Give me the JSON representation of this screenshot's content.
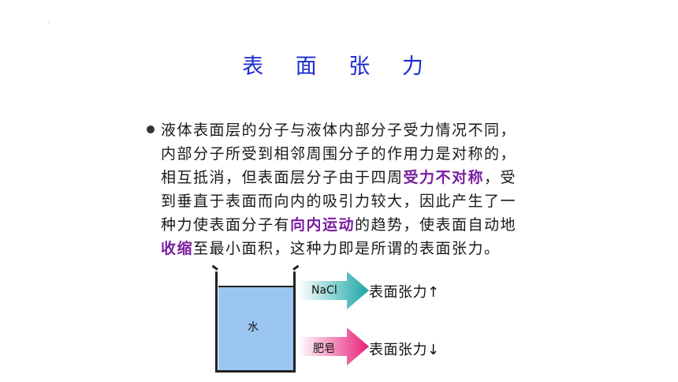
{
  "header": {
    "mark": "."
  },
  "slide": {
    "title": "表 面 张 力",
    "paragraph": {
      "line1": "液体表面层的分子与液体内部分子受力情况不同，",
      "line2": "内部分子所受到相邻周围分子的作用力是对称的，",
      "line3_a": "相互抵消，但表面层分子由于四周",
      "line3_hl": "受力不对称",
      "line3_b": "，受",
      "line4": "到垂直于表面而向内的吸引力较大，因此产生了一",
      "line5_a": "种力使表面分子有",
      "line5_hl": "向内运动",
      "line5_b": "的趋势，使表面自动地",
      "line6_hl": "收缩",
      "line6_b": "至最小面积，这种力即是所谓的表面张力。"
    }
  },
  "diagram": {
    "beaker_label": "水",
    "arrow_top": {
      "label": "NaCl",
      "result": "表面张力↑",
      "color": "#1aa6a6"
    },
    "arrow_bottom": {
      "label": "肥皂",
      "result": "表面张力↓",
      "color": "#e8207a"
    },
    "water_color": "#9cc6f2",
    "highlight_color": "#7a1fa0",
    "title_color": "#1a2ad0"
  }
}
